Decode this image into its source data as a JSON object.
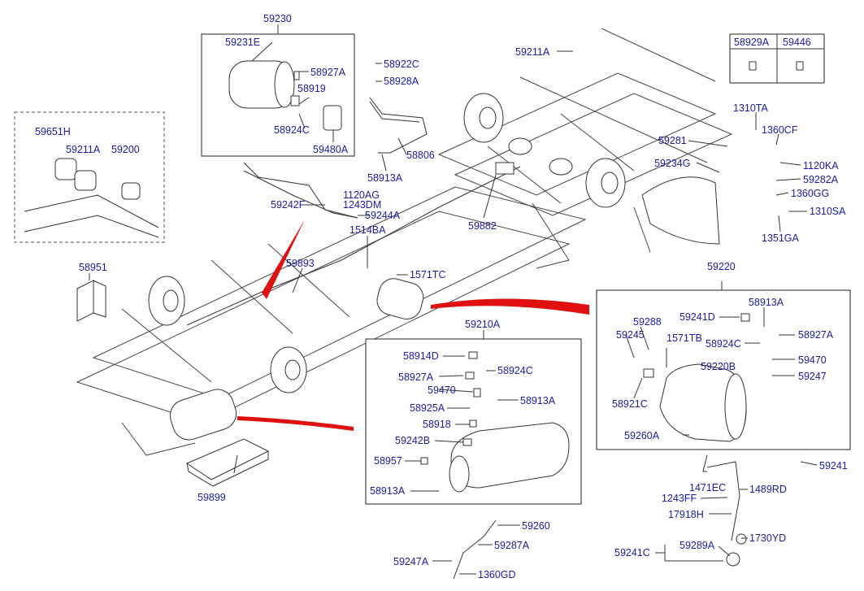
{
  "diagram": {
    "accent_color": "#e01010",
    "label_color": "#1a1aa6",
    "labels": {
      "l59230": "59230",
      "l59231E": "59231E",
      "l58927A_top": "58927A",
      "l58919": "58919",
      "l58924C_top": "58924C",
      "l59480A": "59480A",
      "l58922C": "58922C",
      "l58928A": "58928A",
      "l58806": "58806",
      "l58913A_top": "58913A",
      "l59211A_top": "59211A",
      "l58929A": "58929A",
      "l59446": "59446",
      "l59651H": "59651H",
      "l59211A_left": "59211A",
      "l59200": "59200",
      "l1310TA": "1310TA",
      "l59281": "59281",
      "l1360CF": "1360CF",
      "l1120KA": "1120KA",
      "l59234G": "59234G",
      "l59282A": "59282A",
      "l1360GG": "1360GG",
      "l1310SA": "1310SA",
      "l1351GA": "1351GA",
      "l1120AG": "1120AG",
      "l1243DM": "1243DM",
      "l59242F": "59242F",
      "l59244A": "59244A",
      "l1514BA": "1514BA",
      "l59882": "59882",
      "l58951": "58951",
      "l59893": "59893",
      "l1571TC": "1571TC",
      "l59220": "59220",
      "l59210A": "59210A",
      "l58914D": "58914D",
      "l58927A_mid": "58927A",
      "l59470_mid": "59470",
      "l58925A": "58925A",
      "l58918": "58918",
      "l59242B": "59242B",
      "l58957": "58957",
      "l58913A_mid1": "58913A",
      "l58913A_mid2": "58913A",
      "l58924C_mid": "58924C",
      "l59241D": "59241D",
      "l58913A_right": "58913A",
      "l59288": "59288",
      "l59245": "59245",
      "l1571TB": "1571TB",
      "l58924C_right": "58924C",
      "l58927A_right": "58927A",
      "l59220B": "59220B",
      "l59470_right": "59470",
      "l59247": "59247",
      "l58921C": "58921C",
      "l59260A": "59260A",
      "l59241": "59241",
      "l59899": "59899",
      "l59260": "59260",
      "l59287A": "59287A",
      "l59247A": "59247A",
      "l1360GD": "1360GD",
      "l1471EC": "1471EC",
      "l1489RD": "1489RD",
      "l1243FF": "1243FF",
      "l17918H": "17918H",
      "l59241C": "59241C",
      "l59289A": "59289A",
      "l1730YD": "1730YD"
    }
  }
}
